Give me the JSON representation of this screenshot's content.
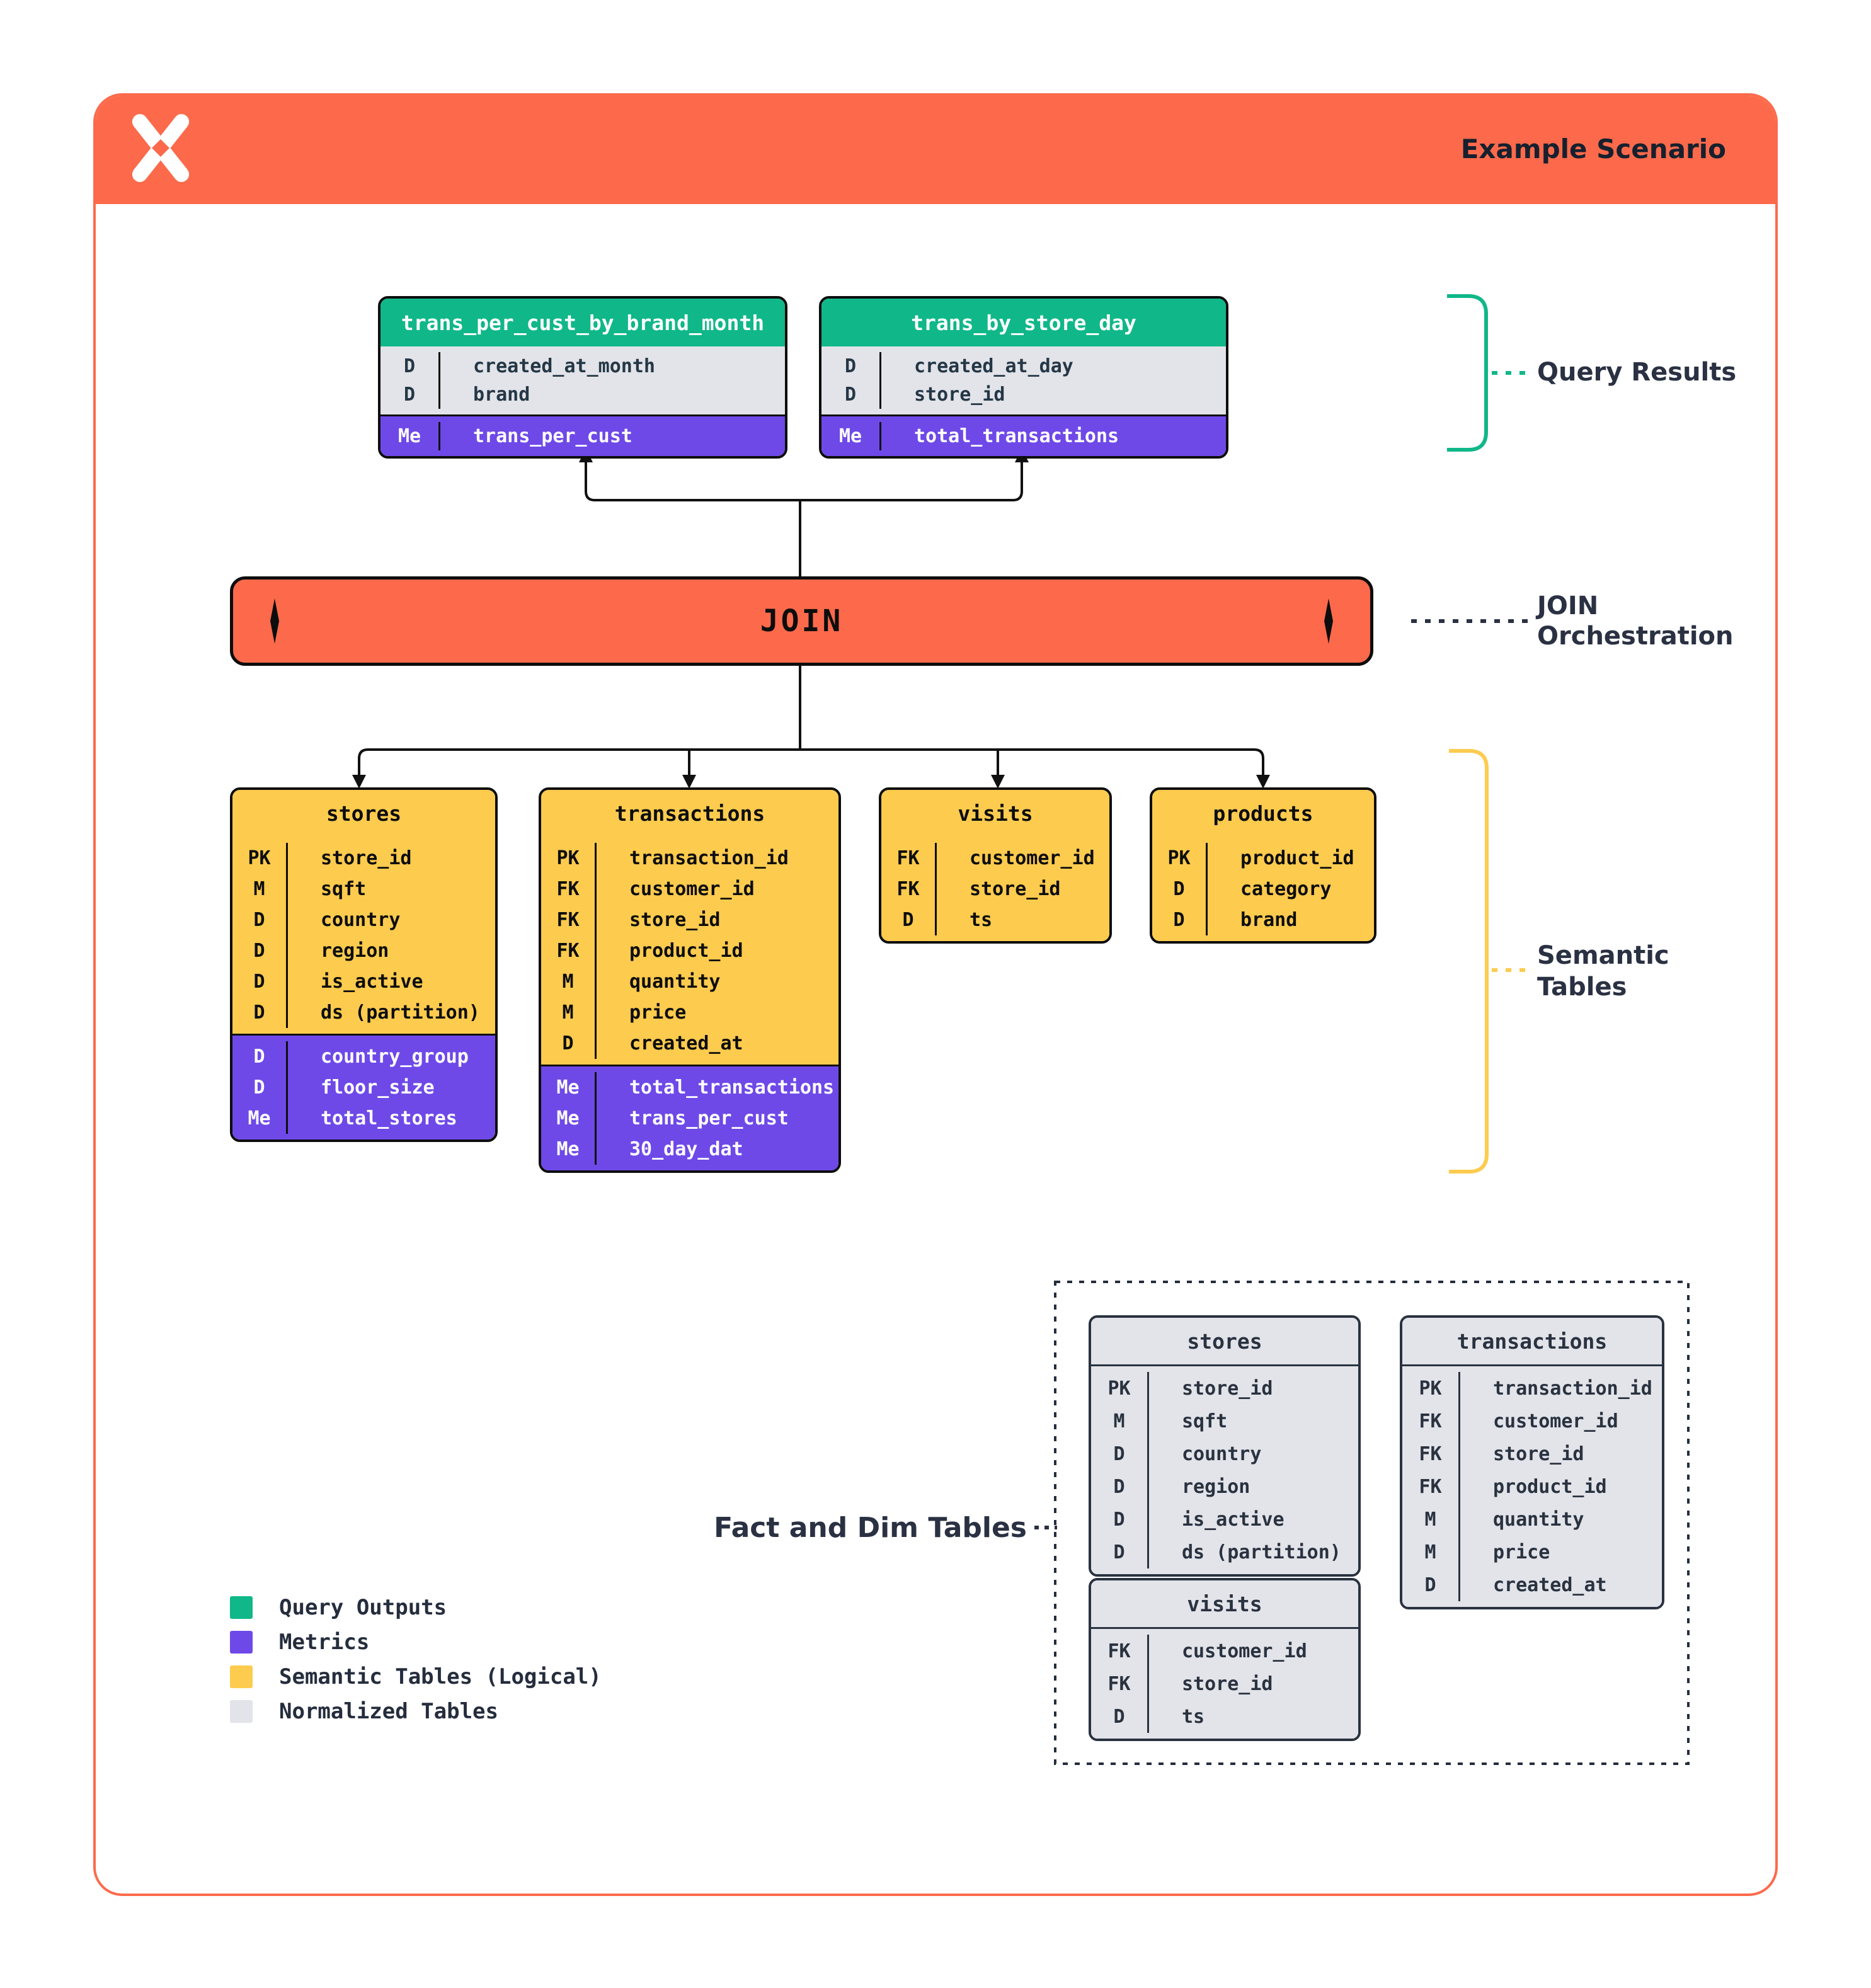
{
  "header": {
    "title": "Example Scenario",
    "logo": "brand-x-mark"
  },
  "colors": {
    "orange": "#FC6A4B",
    "green": "#10B789",
    "purple": "#6E49E8",
    "yellow": "#FDCB4E",
    "gray": "#E2E4E9",
    "ink": "#0D0D0D",
    "navy": "#2A3142"
  },
  "annotations": {
    "query_results": "Query Results",
    "join_orchestration_line1": "JOIN",
    "join_orchestration_line2": "Orchestration",
    "semantic_tables_line1": "Semantic",
    "semantic_tables_line2": "Tables",
    "fact_dim": "Fact and Dim Tables"
  },
  "join": {
    "label": "JOIN"
  },
  "query_tables": [
    {
      "title": "trans_per_cust_by_brand_month",
      "rows": [
        {
          "key": "D",
          "name": "created_at_month"
        },
        {
          "key": "D",
          "name": "brand"
        }
      ],
      "metrics": [
        {
          "key": "Me",
          "name": "trans_per_cust"
        }
      ]
    },
    {
      "title": "trans_by_store_day",
      "rows": [
        {
          "key": "D",
          "name": "created_at_day"
        },
        {
          "key": "D",
          "name": "store_id"
        }
      ],
      "metrics": [
        {
          "key": "Me",
          "name": "total_transactions"
        }
      ]
    }
  ],
  "semantic_tables": [
    {
      "title": "stores",
      "rows": [
        {
          "key": "PK",
          "name": "store_id"
        },
        {
          "key": "M",
          "name": "sqft"
        },
        {
          "key": "D",
          "name": "country"
        },
        {
          "key": "D",
          "name": "region"
        },
        {
          "key": "D",
          "name": "is_active"
        },
        {
          "key": "D",
          "name": "ds (partition)"
        }
      ],
      "metrics": [
        {
          "key": "D",
          "name": "country_group"
        },
        {
          "key": "D",
          "name": "floor_size"
        },
        {
          "key": "Me",
          "name": "total_stores"
        }
      ]
    },
    {
      "title": "transactions",
      "rows": [
        {
          "key": "PK",
          "name": "transaction_id"
        },
        {
          "key": "FK",
          "name": "customer_id"
        },
        {
          "key": "FK",
          "name": "store_id"
        },
        {
          "key": "FK",
          "name": "product_id"
        },
        {
          "key": "M",
          "name": "quantity"
        },
        {
          "key": "M",
          "name": "price"
        },
        {
          "key": "D",
          "name": "created_at"
        }
      ],
      "metrics": [
        {
          "key": "Me",
          "name": "total_transactions"
        },
        {
          "key": "Me",
          "name": "trans_per_cust"
        },
        {
          "key": "Me",
          "name": "30_day_dat"
        }
      ]
    },
    {
      "title": "visits",
      "rows": [
        {
          "key": "FK",
          "name": "customer_id"
        },
        {
          "key": "FK",
          "name": "store_id"
        },
        {
          "key": "D",
          "name": "ts"
        }
      ],
      "metrics": []
    },
    {
      "title": "products",
      "rows": [
        {
          "key": "PK",
          "name": "product_id"
        },
        {
          "key": "D",
          "name": "category"
        },
        {
          "key": "D",
          "name": "brand"
        }
      ],
      "metrics": []
    }
  ],
  "normalized_tables": [
    {
      "title": "stores",
      "rows": [
        {
          "key": "PK",
          "name": "store_id"
        },
        {
          "key": "M",
          "name": "sqft"
        },
        {
          "key": "D",
          "name": "country"
        },
        {
          "key": "D",
          "name": "region"
        },
        {
          "key": "D",
          "name": "is_active"
        },
        {
          "key": "D",
          "name": "ds (partition)"
        }
      ]
    },
    {
      "title": "transactions",
      "rows": [
        {
          "key": "PK",
          "name": "transaction_id"
        },
        {
          "key": "FK",
          "name": "customer_id"
        },
        {
          "key": "FK",
          "name": "store_id"
        },
        {
          "key": "FK",
          "name": "product_id"
        },
        {
          "key": "M",
          "name": "quantity"
        },
        {
          "key": "M",
          "name": "price"
        },
        {
          "key": "D",
          "name": "created_at"
        }
      ]
    },
    {
      "title": "visits",
      "rows": [
        {
          "key": "FK",
          "name": "customer_id"
        },
        {
          "key": "FK",
          "name": "store_id"
        },
        {
          "key": "D",
          "name": "ts"
        }
      ]
    }
  ],
  "legend": [
    {
      "label": "Query Outputs",
      "color": "#10B789"
    },
    {
      "label": "Metrics",
      "color": "#6E49E8"
    },
    {
      "label": "Semantic Tables (Logical)",
      "color": "#FDCB4E"
    },
    {
      "label": "Normalized Tables",
      "color": "#E2E4E9"
    }
  ]
}
